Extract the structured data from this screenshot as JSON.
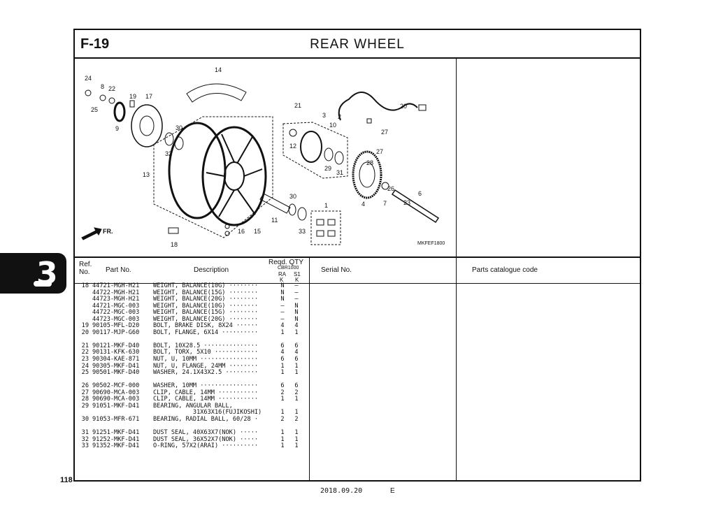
{
  "section_code": "F-19",
  "section_title": "REAR WHEEL",
  "page_number": "118",
  "chapter_tab": "3",
  "footer_date": "2018.09.20",
  "footer_edition": "E",
  "illustration": {
    "code": "MKFEF1800",
    "front_label": "FR.",
    "callouts": [
      "24",
      "8",
      "22",
      "25",
      "19",
      "17",
      "9",
      "14",
      "30",
      "32",
      "13",
      "21",
      "3",
      "10",
      "12",
      "29",
      "31",
      "2",
      "20",
      "27",
      "27",
      "28",
      "26",
      "23",
      "4",
      "7",
      "6",
      "30",
      "11",
      "33",
      "1",
      "16",
      "15",
      "18"
    ]
  },
  "headers": {
    "ref_no": "Ref.\nNo.",
    "part_no": "Part No.",
    "description": "Description",
    "reqd_qty": "Reqd. QTY",
    "model": "CBR1000",
    "col_ra": "RA",
    "col_s1": "S1",
    "col_k1": "K",
    "col_k2": "K",
    "serial_no": "Serial No.",
    "catalogue_code": "Parts catalogue code"
  },
  "parts": [
    {
      "ref": "18",
      "part": "44721-MGH-H21",
      "desc": "WEIGHT, BALANCE(10G) ········",
      "ra": "N",
      "s1": "–"
    },
    {
      "ref": "",
      "part": "44722-MGH-H21",
      "desc": "WEIGHT, BALANCE(15G) ········",
      "ra": "N",
      "s1": "–"
    },
    {
      "ref": "",
      "part": "44723-MGH-H21",
      "desc": "WEIGHT, BALANCE(20G) ········",
      "ra": "N",
      "s1": "–"
    },
    {
      "ref": "",
      "part": "44721-MGC-003",
      "desc": "WEIGHT, BALANCE(10G) ········",
      "ra": "–",
      "s1": "N"
    },
    {
      "ref": "",
      "part": "44722-MGC-003",
      "desc": "WEIGHT, BALANCE(15G) ········",
      "ra": "–",
      "s1": "N"
    },
    {
      "ref": "",
      "part": "44723-MGC-003",
      "desc": "WEIGHT, BALANCE(20G) ········",
      "ra": "–",
      "s1": "N"
    },
    {
      "ref": "19",
      "part": "90105-MFL-D20",
      "desc": "BOLT, BRAKE DISK, 8X24 ······",
      "ra": "4",
      "s1": "4"
    },
    {
      "ref": "20",
      "part": "90117-MJP-G60",
      "desc": "BOLT, FLANGE, 6X14 ··········",
      "ra": "1",
      "s1": "1"
    },
    {
      "ref": "",
      "part": "",
      "desc": "",
      "ra": "",
      "s1": ""
    },
    {
      "ref": "21",
      "part": "90121-MKF-D40",
      "desc": "BOLT, 10X28.5 ···············",
      "ra": "6",
      "s1": "6"
    },
    {
      "ref": "22",
      "part": "90131-KFK-630",
      "desc": "BOLT, TORX, 5X10 ············",
      "ra": "4",
      "s1": "4"
    },
    {
      "ref": "23",
      "part": "90304-KAE-871",
      "desc": "NUT, U, 10MM ················",
      "ra": "6",
      "s1": "6"
    },
    {
      "ref": "24",
      "part": "90305-MKF-D41",
      "desc": "NUT, U, FLANGE, 24MM ········",
      "ra": "1",
      "s1": "1"
    },
    {
      "ref": "25",
      "part": "90501-MKF-D40",
      "desc": "WASHER, 24.1X43X2.5 ·········",
      "ra": "1",
      "s1": "1"
    },
    {
      "ref": "",
      "part": "",
      "desc": "",
      "ra": "",
      "s1": ""
    },
    {
      "ref": "26",
      "part": "90502-MCF-000",
      "desc": "WASHER, 10MM ················",
      "ra": "6",
      "s1": "6"
    },
    {
      "ref": "27",
      "part": "90690-MCA-003",
      "desc": "CLIP, CABLE, 14MM ···········",
      "ra": "2",
      "s1": "2"
    },
    {
      "ref": "28",
      "part": "90690-MCA-003",
      "desc": "CLIP, CABLE, 14MM ···········",
      "ra": "1",
      "s1": "1"
    },
    {
      "ref": "29",
      "part": "91051-MKF-D41",
      "desc": "BEARING, ANGULAR BALL,",
      "ra": "",
      "s1": ""
    },
    {
      "ref": "",
      "part": "",
      "desc": "           31X63X16(FUJIKOSHI)",
      "ra": "1",
      "s1": "1"
    },
    {
      "ref": "30",
      "part": "91053-MFR-671",
      "desc": "BEARING, RADIAL BALL, 60/28 ·",
      "ra": "2",
      "s1": "2"
    },
    {
      "ref": "",
      "part": "",
      "desc": "",
      "ra": "",
      "s1": ""
    },
    {
      "ref": "31",
      "part": "91251-MKF-D41",
      "desc": "DUST SEAL, 40X63X7(NOK) ·····",
      "ra": "1",
      "s1": "1"
    },
    {
      "ref": "32",
      "part": "91252-MKF-D41",
      "desc": "DUST SEAL, 36X52X7(NOK) ·····",
      "ra": "1",
      "s1": "1"
    },
    {
      "ref": "33",
      "part": "91352-MKF-D41",
      "desc": "O-RING, 57X2(ARAI) ··········",
      "ra": "1",
      "s1": "1"
    }
  ]
}
